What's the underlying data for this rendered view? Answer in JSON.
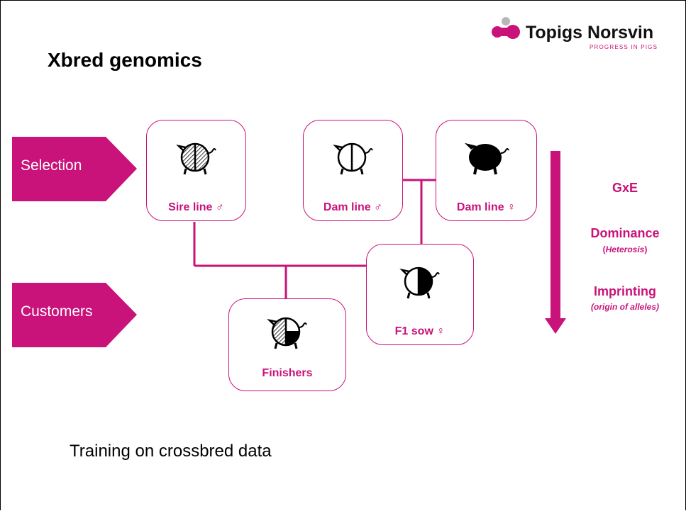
{
  "slide": {
    "title": "Xbred genomics",
    "footer_text": "Training on crossbred data"
  },
  "logo": {
    "name": "Topigs Norsvin",
    "tagline": "PROGRESS IN PIGS"
  },
  "arrows": {
    "selection": "Selection",
    "customers": "Customers"
  },
  "cards": {
    "sire_line": "Sire line ♂",
    "dam_line_male": "Dam line ♂",
    "dam_line_female": "Dam line ♀",
    "f1_sow": "F1 sow ♀",
    "finishers": "Finishers"
  },
  "side_notes": {
    "gxe": "GxE",
    "dominance": "Dominance",
    "dominance_sub": "Heterosis",
    "imprinting": "Imprinting",
    "imprinting_sub": "origin of alleles"
  },
  "colors": {
    "accent": "#c9127a",
    "text": "#000000"
  }
}
